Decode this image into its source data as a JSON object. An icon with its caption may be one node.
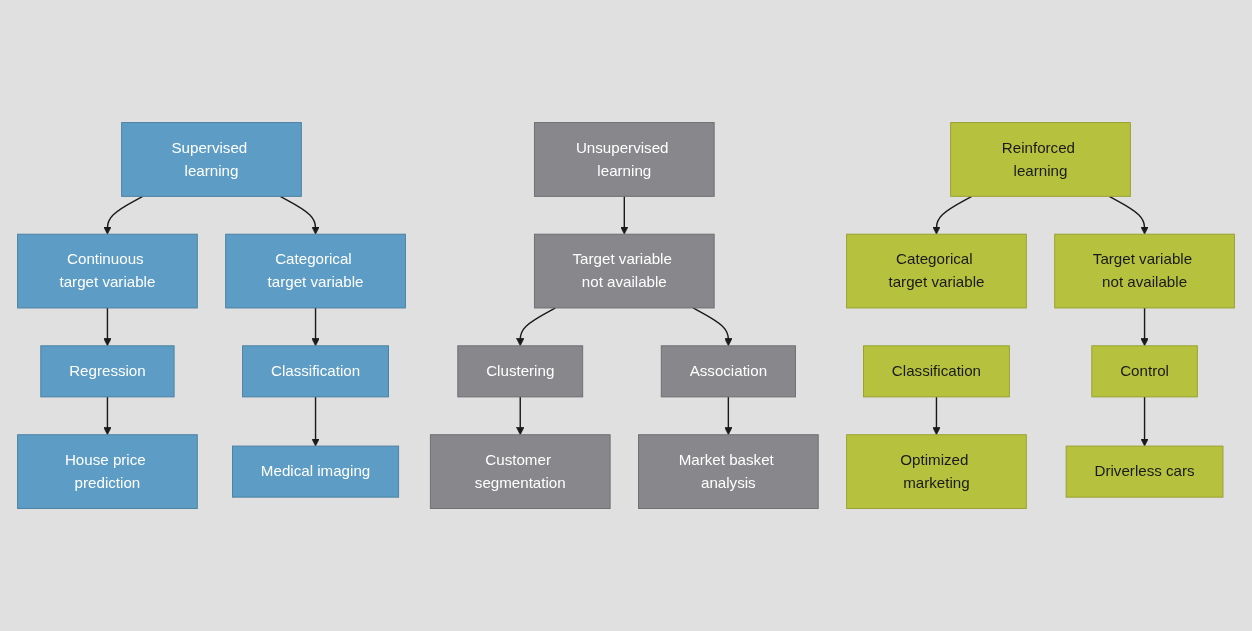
{
  "diagram": {
    "nodes": [
      {
        "text": [
          "Supervised learning"
        ]
      },
      {
        "text": [
          "Continuous target variable"
        ]
      },
      {
        "text": [
          "Categorical target variable"
        ]
      },
      {
        "text": [
          "Regression"
        ]
      },
      {
        "text": [
          "Classification"
        ]
      },
      {
        "text": [
          "House price prediction"
        ]
      },
      {
        "text": [
          "Medical imaging"
        ]
      },
      {
        "text": [
          "Unsupervised learning"
        ]
      },
      {
        "text": [
          "Target variable not available"
        ]
      },
      {
        "text": [
          "Clustering"
        ]
      },
      {
        "text": [
          "Association"
        ]
      },
      {
        "text": [
          "Customer segmentation"
        ]
      },
      {
        "text": [
          "Market basket analysis"
        ]
      },
      {
        "text": [
          "Reinforced learning"
        ]
      },
      {
        "text": [
          "Categorical target variable"
        ]
      },
      {
        "text": [
          "Target variable not available"
        ]
      },
      {
        "text": [
          "Classification"
        ]
      },
      {
        "text": [
          "Control"
        ]
      },
      {
        "text": [
          "Optimized marketing"
        ]
      },
      {
        "text": [
          "Driverless cars"
        ]
      }
    ],
    "edges": [
      {
        "from": 0,
        "to": 1,
        "arrow": "to"
      },
      {
        "from": 0,
        "to": 2,
        "arrow": "to"
      },
      {
        "from": 1,
        "to": 3,
        "arrow": "to"
      },
      {
        "from": 2,
        "to": 4,
        "arrow": "to"
      },
      {
        "from": 3,
        "to": 5,
        "arrow": "to"
      },
      {
        "from": 4,
        "to": 6,
        "arrow": "to"
      },
      {
        "from": 7,
        "to": 8,
        "arrow": "to"
      },
      {
        "from": 8,
        "to": 9,
        "arrow": "to"
      },
      {
        "from": 8,
        "to": 10,
        "arrow": "to"
      },
      {
        "from": 9,
        "to": 11,
        "arrow": "to"
      },
      {
        "from": 10,
        "to": 12,
        "arrow": "to"
      },
      {
        "from": 13,
        "to": 14,
        "arrow": "to"
      },
      {
        "from": 13,
        "to": 15,
        "arrow": "to"
      },
      {
        "from": 15,
        "to": 17,
        "arrow": "to"
      },
      {
        "from": 16,
        "to": 18,
        "arrow": "to"
      },
      {
        "from": 17,
        "to": 19,
        "arrow": "to"
      }
    ]
  }
}
